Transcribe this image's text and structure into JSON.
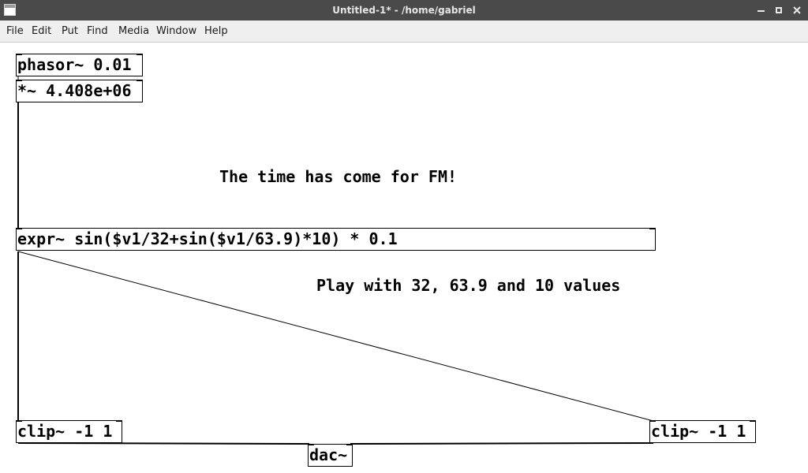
{
  "window": {
    "title": "Untitled-1* - /home/gabriel"
  },
  "menubar": {
    "items": [
      "File",
      "Edit",
      "Put",
      "Find",
      "Media",
      "Window",
      "Help"
    ]
  },
  "patch": {
    "objects": {
      "phasor": "phasor~ 0.01",
      "multiply": "*~ 4.408e+06",
      "expr": "expr~ sin($v1/32+sin($v1/63.9)*10) * 0.1",
      "clip_left": "clip~ -1 1",
      "clip_right": "clip~ -1 1",
      "dac": "dac~"
    },
    "comments": {
      "headline": "The time has come for FM!",
      "hint": "Play with 32, 63.9 and 10 values"
    }
  },
  "colors": {
    "titlebar": "#4a4a4a",
    "menubar": "#efefef",
    "canvas": "#ffffff",
    "ink": "#000000"
  }
}
